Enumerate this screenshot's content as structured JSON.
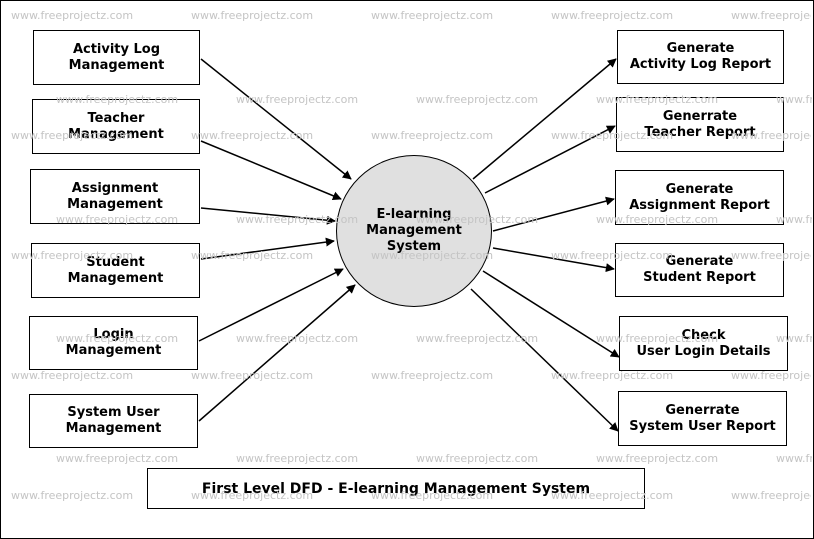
{
  "watermark": "www.freeprojectz.com",
  "center_process": "E-learning\nManagement\nSystem",
  "inputs": [
    "Activity Log\nManagement",
    "Teacher\nManagement",
    "Assignment\nManagement",
    "Student\nManagement",
    "Login\nManagement",
    "System User\nManagement"
  ],
  "outputs": [
    "Generate\nActivity Log Report",
    "Generrate\nTeacher Report",
    "Generate\nAssignment Report",
    "Generate\nStudent Report",
    "Check\nUser Login Details",
    "Generrate\nSystem User Report"
  ],
  "title": "First Level DFD - E-learning Management System",
  "colors": {
    "line": "#000000",
    "circle_fill": "#e0e0e0",
    "watermark": "#c4c4c4"
  }
}
